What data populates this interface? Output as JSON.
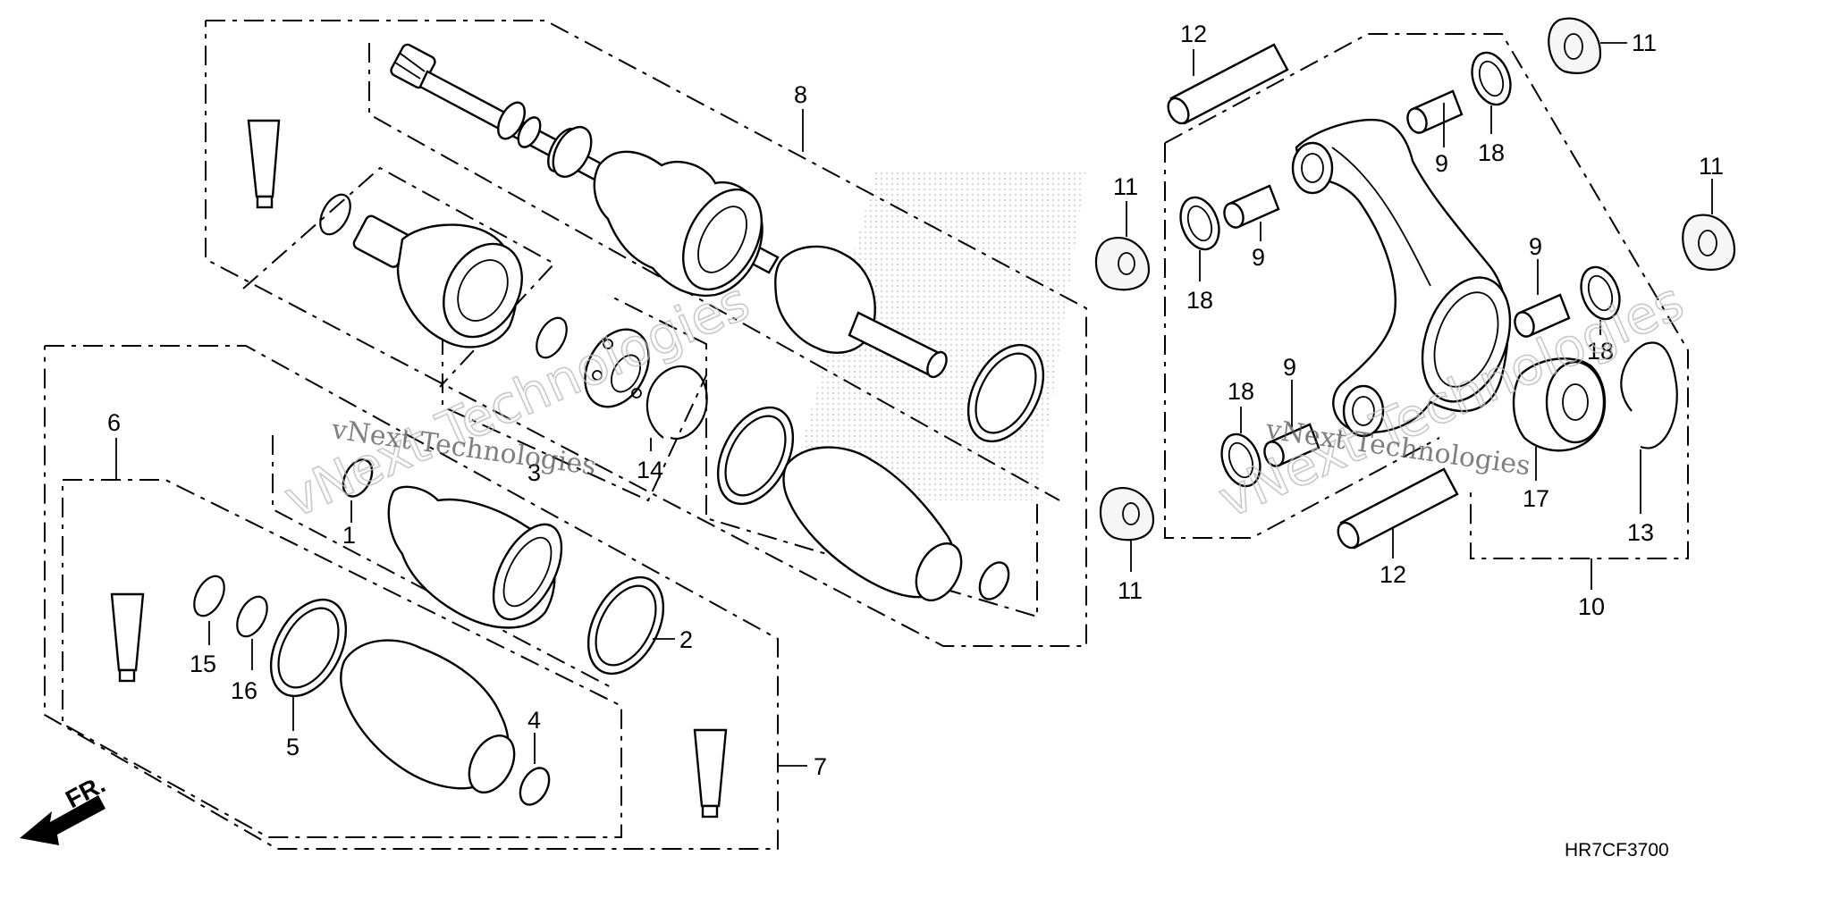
{
  "diagram": {
    "code": "HR7CF3700",
    "direction_label": "FR.",
    "watermark": "vNext Technologies",
    "callouts": {
      "c1": "1",
      "c2": "2",
      "c3": "3",
      "c4": "4",
      "c5": "5",
      "c6": "6",
      "c7": "7",
      "c8": "8",
      "c9a": "9",
      "c9b": "9",
      "c9c": "9",
      "c9d": "9",
      "c10": "10",
      "c11a": "11",
      "c11b": "11",
      "c11c": "11",
      "c11d": "11",
      "c12a": "12",
      "c12b": "12",
      "c13": "13",
      "c14": "14",
      "c15": "15",
      "c16": "16",
      "c17": "17",
      "c18a": "18",
      "c18b": "18",
      "c18c": "18",
      "c18d": "18"
    }
  }
}
